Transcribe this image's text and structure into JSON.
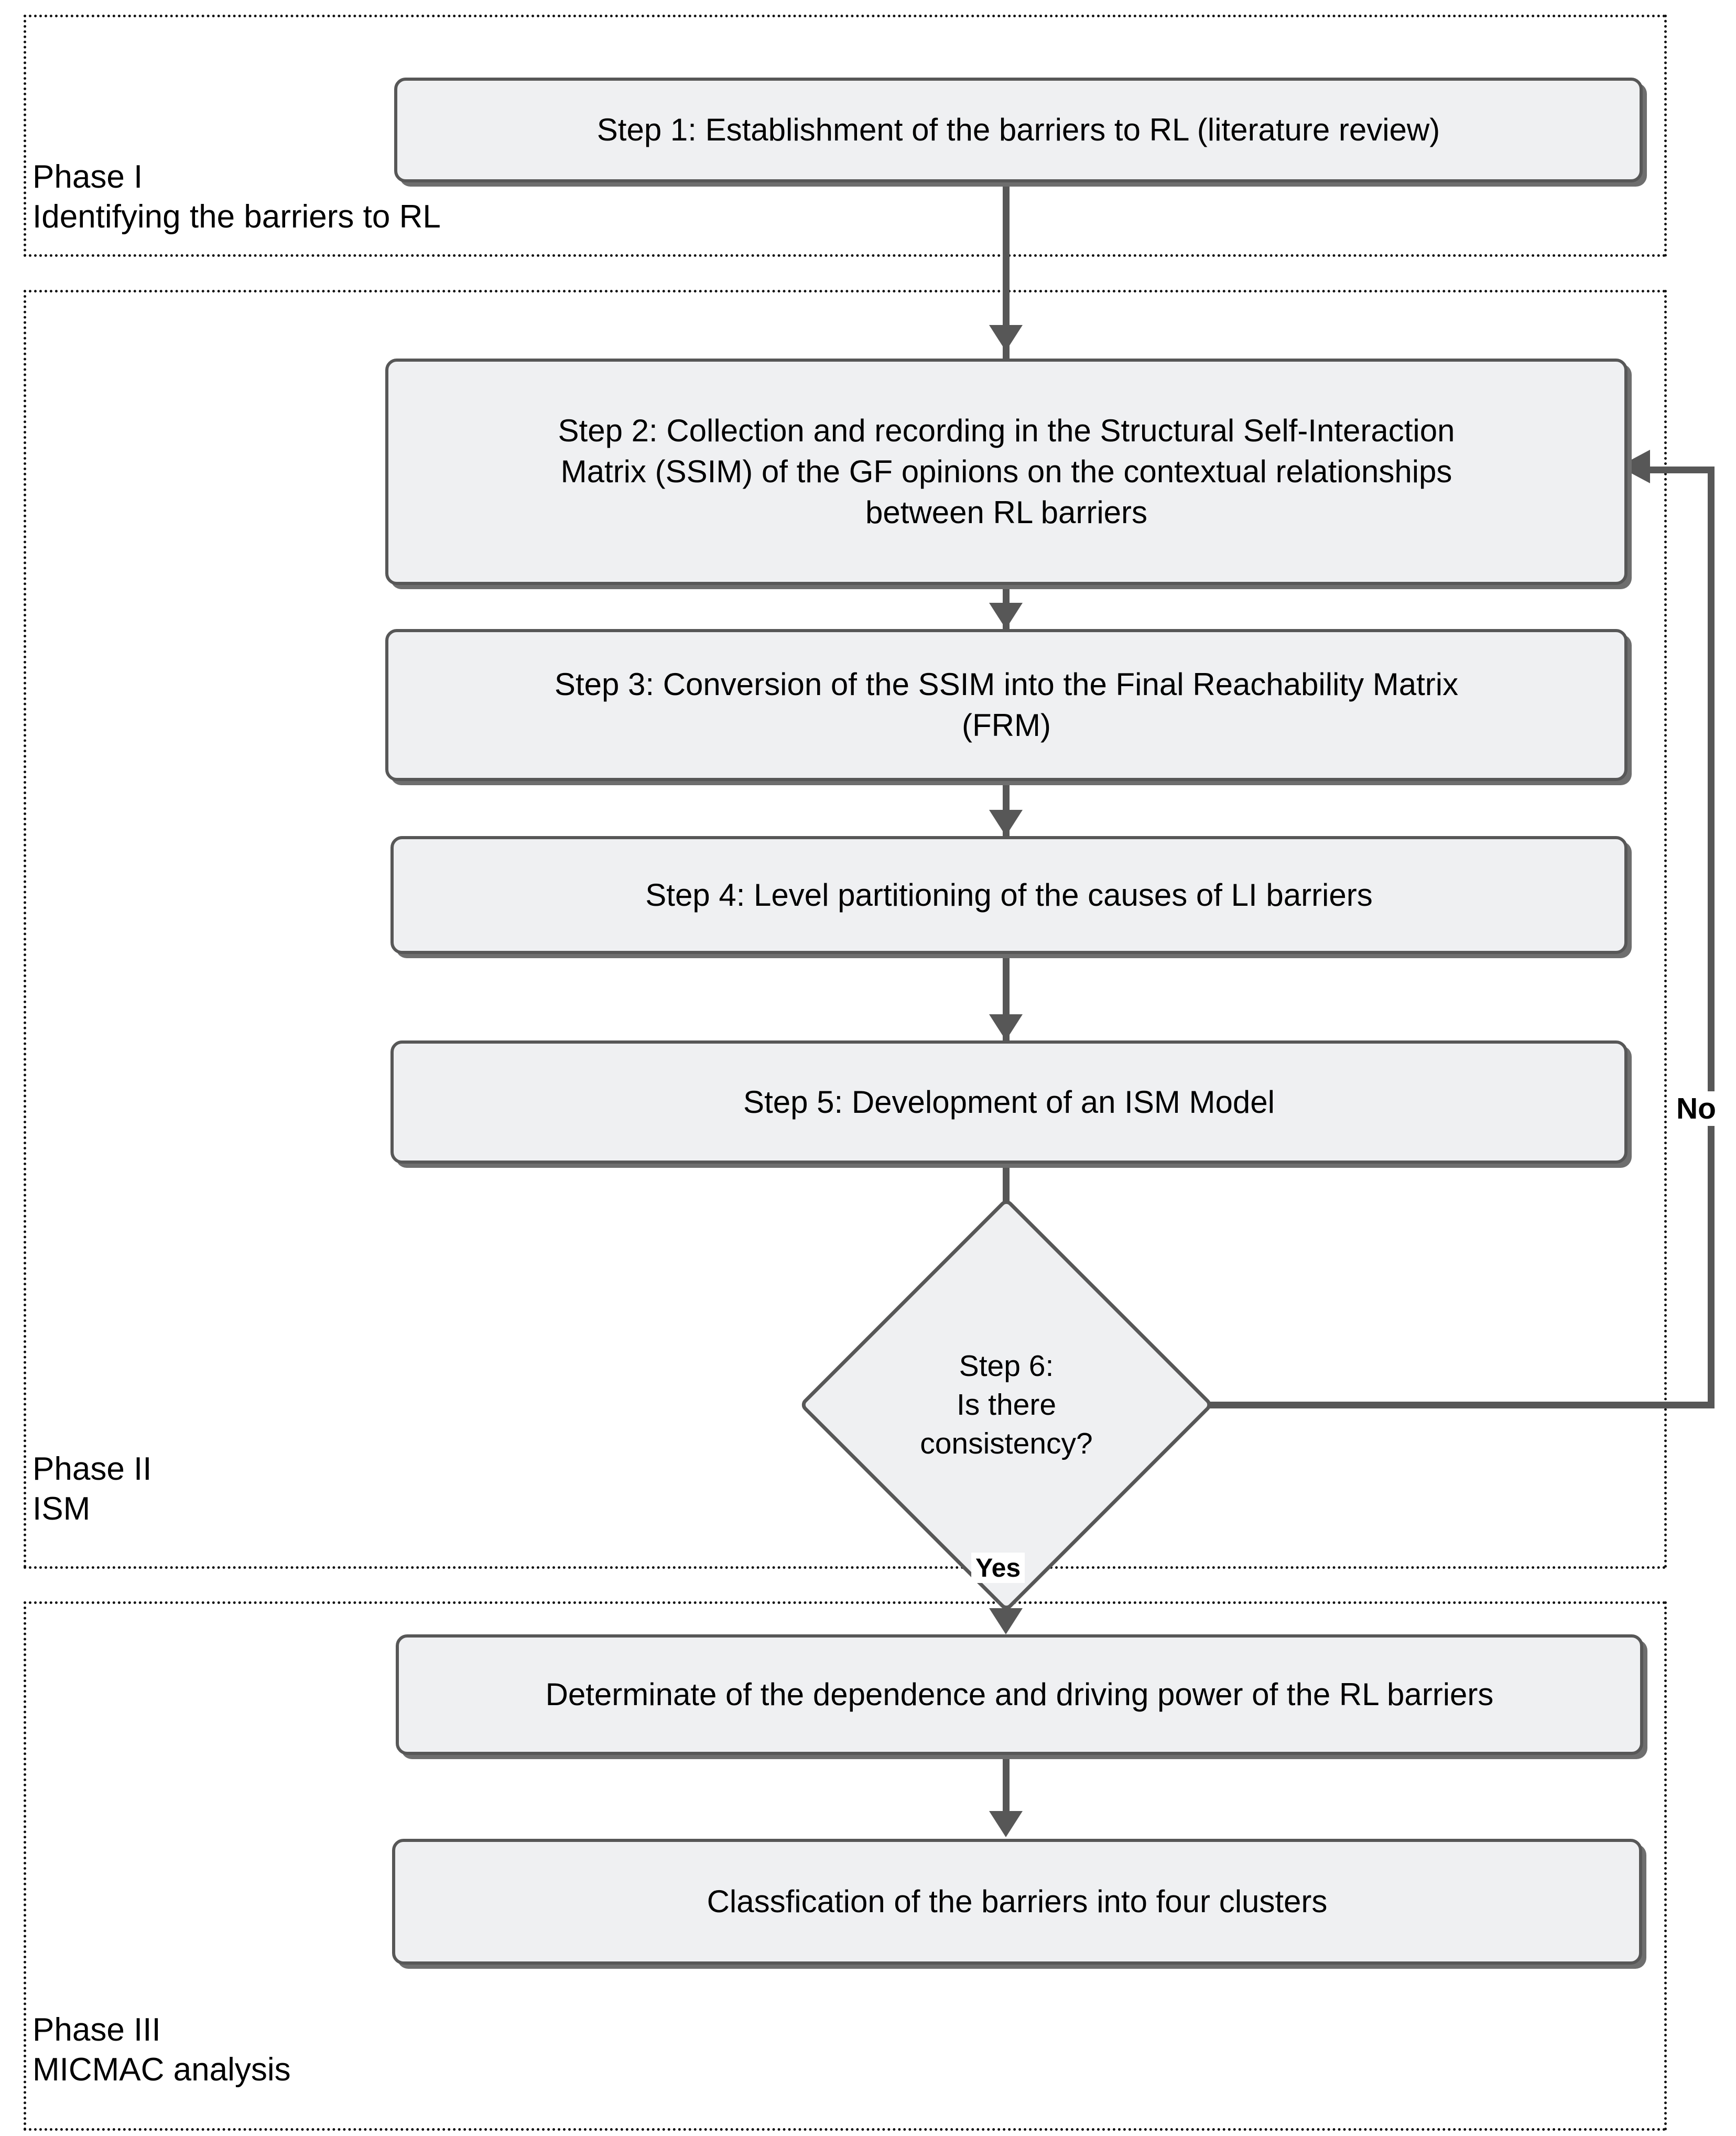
{
  "diagram": {
    "title": "ISM-MICMAC research methodology flowchart",
    "colors": {
      "node_fill": "#eff0f2",
      "node_border": "#575757",
      "connector": "#575757",
      "phase_border": "#111111",
      "background": "#ffffff"
    }
  },
  "phases": [
    {
      "id": "phase-1",
      "label": "Phase I\nIdentifying the barriers to RL"
    },
    {
      "id": "phase-2",
      "label": "Phase II\nISM"
    },
    {
      "id": "phase-3",
      "label": "Phase III\nMICMAC analysis"
    }
  ],
  "nodes": {
    "step1": "Step 1: Establishment of the barriers to RL (literature review)",
    "step2": "Step 2: Collection and recording in the Structural Self-Interaction\nMatrix (SSIM) of the GF opinions on the contextual relationships\nbetween RL barriers",
    "step3": "Step 3: Conversion of the SSIM into the Final Reachability Matrix\n(FRM)",
    "step4": "Step 4: Level partitioning of the causes of LI barriers",
    "step5": "Step 5: Development of an ISM Model",
    "decision": "Step 6:\nIs there\nconsistency?",
    "determinate": "Determinate of the dependence and driving power of the RL barriers",
    "classification": "Classfication of the barriers into four clusters"
  },
  "edge_labels": {
    "no": "No",
    "yes": "Yes"
  }
}
